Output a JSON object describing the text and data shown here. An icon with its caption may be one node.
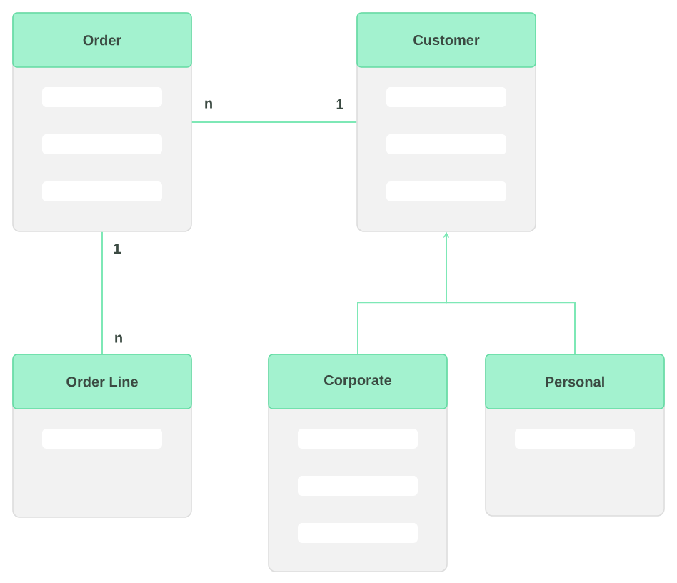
{
  "diagram": {
    "nodes": [
      {
        "text": [
          "Order"
        ]
      },
      {
        "text": [
          "Customer"
        ]
      },
      {
        "text": [
          "Order Line"
        ]
      },
      {
        "text": [
          "Corporate"
        ]
      },
      {
        "text": [
          "Personal"
        ]
      }
    ],
    "edges": [
      {
        "from": 0,
        "to": 1,
        "arrow": "none"
      },
      {
        "from": 0,
        "to": 2,
        "arrow": "none"
      },
      {
        "from": 3,
        "to": 1,
        "arrow": "to"
      },
      {
        "from": 4,
        "to": 1,
        "arrow": "to"
      }
    ],
    "labels": [
      "n",
      "1",
      "1",
      "n"
    ]
  }
}
